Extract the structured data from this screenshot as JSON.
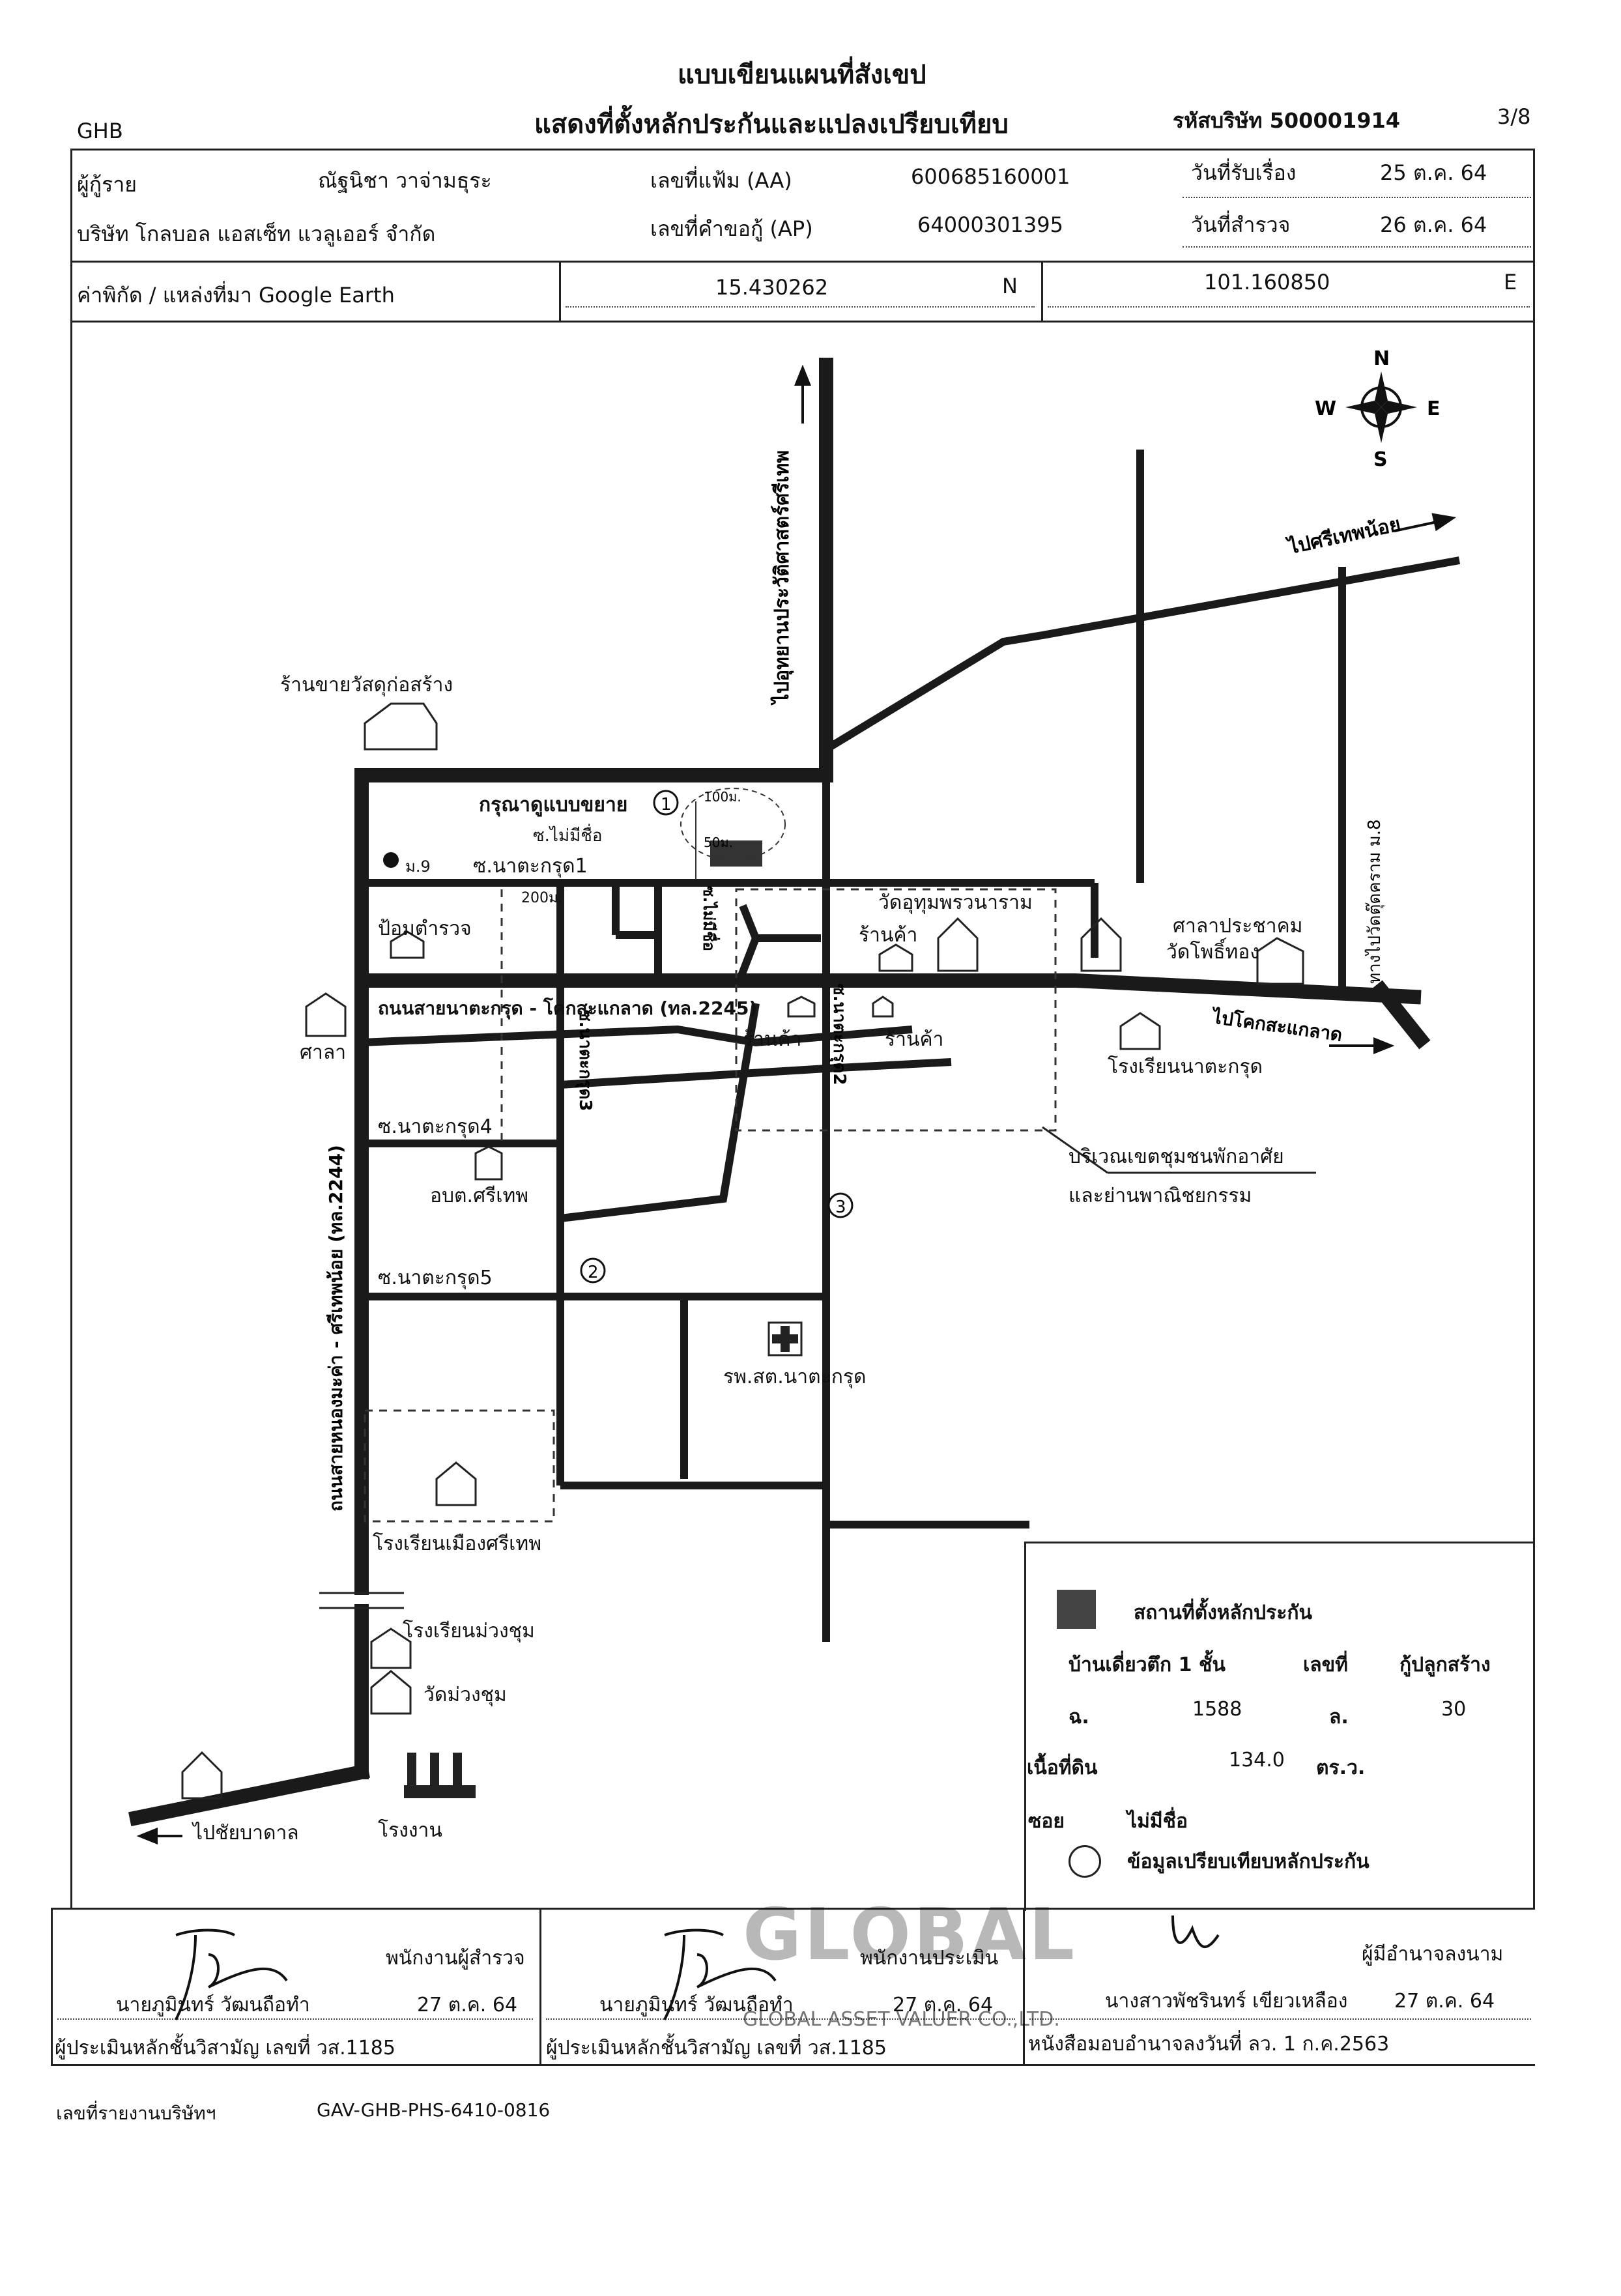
{
  "header": {
    "title": "แบบเขียนแผนที่สังเขป",
    "subtitle": "แสดงที่ตั้งหลักประกันและแปลงเปรียบเทียบ",
    "bank": "GHB",
    "company_code_label": "รหัสบริษัท 500001914",
    "page": "3/8"
  },
  "info": {
    "borrower_label": "ผู้กู้ราย",
    "borrower_name": "ณัฐนิชา วาจ่ามธุระ",
    "file_no_label": "เลขที่แฟ้ม (AA)",
    "file_no": "600685160001",
    "received_label": "วันที่รับเรื่อง",
    "received_date": "25 ต.ค. 64",
    "company_name": "บริษัท โกลบอล แอสเซ็ท แวลูเออร์ จำกัด",
    "loan_req_label": "เลขที่คำขอกู้ (AP)",
    "loan_req_no": "64000301395",
    "survey_label": "วันที่สำรวจ",
    "survey_date": "26 ต.ค. 64",
    "coord_label": "ค่าพิกัด / แหล่งที่มา Google Earth",
    "lat": "15.430262",
    "lat_dir": "N",
    "lon": "101.160850",
    "lon_dir": "E"
  },
  "map": {
    "compass": {
      "n": "N",
      "s": "S",
      "e": "E",
      "w": "W"
    },
    "labels": {
      "road_top": "ไปอุทยานประวัติศาสตร์ศรีเทพ",
      "to_srithep": "ไปศรีเทพน้อย",
      "hardware_shop": "ร้านขายวัสดุก่อสร้าง",
      "see_detail": "กรุณาดูแบบขยาย",
      "soi_unnamed": "ซ.ไม่มีชื่อ",
      "soi_unnamed_v": "ซ.ไม่มีชื่อ",
      "moo9": "ม.9",
      "soi_nakrung1": "ซ.นาตะกรุด1",
      "dist_200": "200ม.",
      "dist_100": "100ม.",
      "dist_50": "50ม.",
      "police": "ป้อมตำรวจ",
      "wat_udom": "วัดอุทุมพรวนาราม",
      "shop": "ร้านค้า",
      "shala_community": "ศาลาประชาคม",
      "wat_phothong": "วัดโพธิ์ทอง",
      "to_wat_chao": "ทางไปวัดตุ๊ดคราม ม.8",
      "main_road": "ถนนสายนาตะกรุด - โคกสะแกลาด (ทล.2245)",
      "to_khok": "ไปโคกสะแกลาด",
      "shala": "ศาลา",
      "shop2": "ร้านค้า",
      "shop3": "ร้านค้า",
      "school_nakrung": "โรงเรียนนาตะกรุด",
      "soi_nakrung3": "ซ.นาตะกรุด3",
      "soi_nakrung2": "ซ.นาตะกรุด2",
      "soi_nakrung4": "ซ.นาตะกรุด4",
      "obt": "อบต.ศรีเทพ",
      "community_area1": "บริเวณเขตชุมชนพักอาศัย",
      "community_area2": "และย่านพาณิชยกรรม",
      "soi_nakrung5": "ซ.นาตะกรุด5",
      "hospital": "รพ.สต.นาตะกรุด",
      "highway": "ถนนสายหนองมะค่า - ศรีเทพน้อย (ทล.2244)",
      "school_muang": "โรงเรียนเมืองศรีเทพ",
      "school_muangchum": "โรงเรียนม่วงชุม",
      "wat_muangchum": "วัดม่วงชุม",
      "factory": "โรงงาน",
      "to_chaibadan": "ไปชัยบาดาล",
      "marker1": "1",
      "marker2": "2",
      "marker3": "3"
    }
  },
  "legend": {
    "collateral_label": "สถานที่ตั้งหลักประกัน",
    "house_type": "บ้านเดี่ยวตึก 1 ชั้น",
    "no_label": "เลขที่",
    "no_value": "กู้ปลูกสร้าง",
    "chanote_label": "ฉ.",
    "chanote_no": "1588",
    "lot_label": "ล.",
    "lot_no": "30",
    "area_label": "เนื้อที่ดิน",
    "area_value": "134.0",
    "area_unit": "ตร.ว.",
    "soi_label": "ซอย",
    "soi_value": "ไม่มีชื่อ",
    "compare_label": "ข้อมูลเปรียบเทียบหลักประกัน"
  },
  "signatures": {
    "s1_role": "พนักงานผู้สำรวจ",
    "s1_name": "นายภูมินทร์ วัฒนถือทำ",
    "s1_date": "27 ต.ค. 64",
    "s1_license": "ผู้ประเมินหลักชั้นวิสามัญ เลขที่ วส.1185",
    "s2_role": "พนักงานประเมิน",
    "s2_name": "นายภูมินทร์ วัฒนถือทำ",
    "s2_date": "27 ต.ค. 64",
    "s2_license": "ผู้ประเมินหลักชั้นวิสามัญ เลขที่ วส.1185",
    "s3_role": "ผู้มีอำนาจลงนาม",
    "s3_name": "นางสาวพัชรินทร์ เขียวเหลือง",
    "s3_date": "27 ต.ค. 64",
    "s3_auth": "หนังสือมอบอำนาจลงวันที่ ลว. 1 ก.ค.2563",
    "stamp": "GLOBAL ASSET VALUER CO.,LTD."
  },
  "footer": {
    "report_label": "เลขที่รายงานบริษัทฯ",
    "report_no": "GAV-GHB-PHS-6410-0816"
  }
}
